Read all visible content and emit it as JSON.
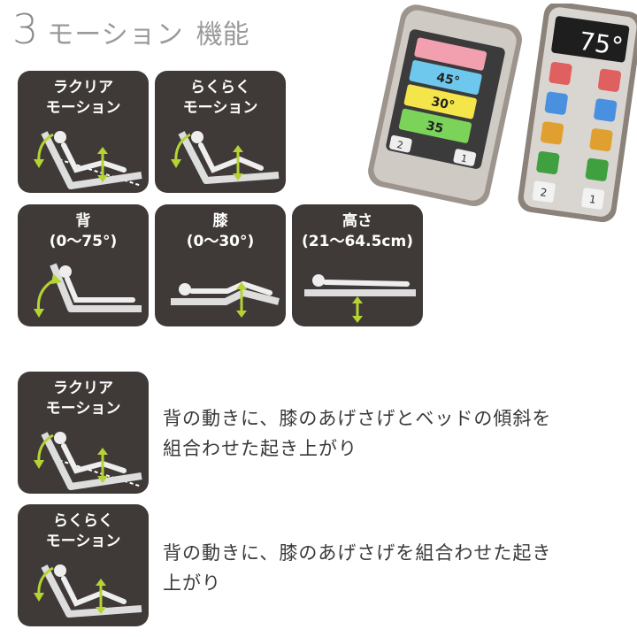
{
  "title": {
    "number": "3",
    "word": "モーション",
    "word2": "機能"
  },
  "tiles": [
    {
      "label": "ラクリア\nモーション"
    },
    {
      "label": "らくらく\nモーション"
    },
    {
      "label": "背\n(0〜75°)"
    },
    {
      "label": "膝\n(0〜30°)"
    },
    {
      "label": "高さ\n(21〜64.5cm)"
    }
  ],
  "features": [
    {
      "label": "ラクリア\nモーション",
      "description": "背の動きに、膝のあげさげとベッドの傾斜を\n組合わせた起き上がり"
    },
    {
      "label": "らくらく\nモーション",
      "description": "背の動きに、膝のあげさげを組合わせた起き\n上がり"
    }
  ],
  "remote_left": {
    "angles": [
      "45°",
      "30°",
      "35"
    ],
    "buttons": [
      "2",
      "1"
    ]
  },
  "remote_right": {
    "display": "75°",
    "buttons": [
      "2",
      "1"
    ]
  },
  "colors": {
    "tile_bg": "#3f3a37",
    "accent_green": "#b5d334",
    "remote_body": "#8b8279"
  },
  "icons": [
    "person-reclining-icon",
    "person-lying-icon",
    "up-down-arrow-icon",
    "curved-arrow-icon"
  ]
}
